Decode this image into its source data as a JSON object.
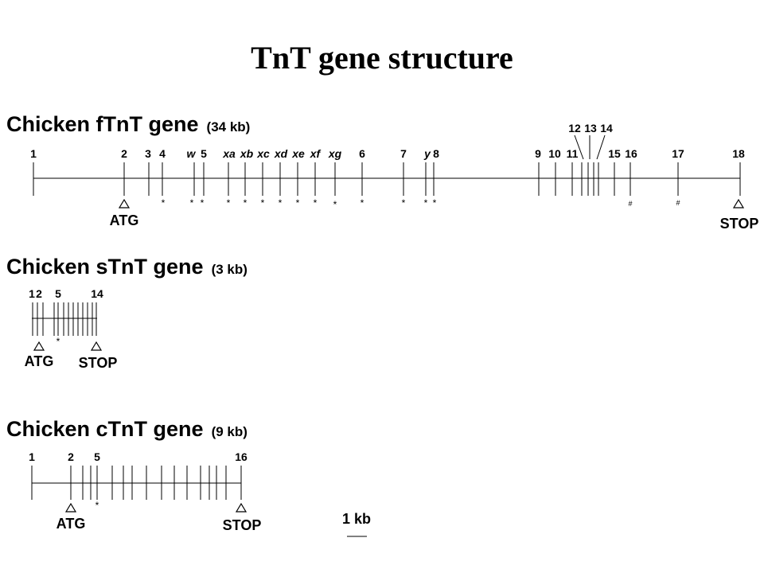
{
  "title": "TnT gene structure",
  "genes": {
    "fast": {
      "name": "Chicken fTnT gene",
      "size": "(34 kb)",
      "labels": {
        "e1": "1",
        "e2": "2",
        "e3": "3",
        "e4": "4",
        "w": "w",
        "e5": "5",
        "xa": "xa",
        "xb": "xb",
        "xc": "xc",
        "xd": "xd",
        "xe": "xe",
        "xf": "xf",
        "xg": "xg",
        "e6": "6",
        "e7": "7",
        "y": "y",
        "e8": "8",
        "e9": "9",
        "e10": "10",
        "e11": "11",
        "e12": "12",
        "e13": "13",
        "e14": "14",
        "e15": "15",
        "e16": "16",
        "e17": "17",
        "e18": "18"
      },
      "atg": "ATG",
      "stop": "STOP",
      "star": "*",
      "hash": "#"
    },
    "slow": {
      "name": "Chicken sTnT gene",
      "size": "(3 kb)",
      "labels": {
        "e1": "1",
        "e2": "2",
        "e5": "5",
        "e14": "14"
      },
      "atg": "ATG",
      "stop": "STOP",
      "star": "*"
    },
    "cardiac": {
      "name": "Chicken cTnT gene",
      "size": "(9 kb)",
      "labels": {
        "e1": "1",
        "e2": "2",
        "e5": "5",
        "e16": "16"
      },
      "atg": "ATG",
      "stop": "STOP",
      "star": "*"
    }
  },
  "scale_bar": {
    "label": "1 kb"
  }
}
